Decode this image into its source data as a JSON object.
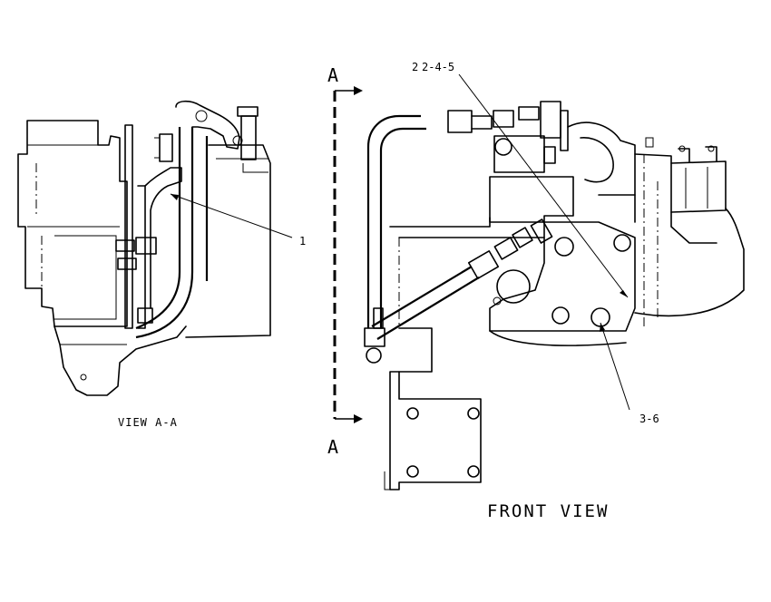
{
  "views": {
    "side_view_caption": "VIEW A-A",
    "front_view_caption": "FRONT VIEW"
  },
  "section_marks": {
    "top_label": "A",
    "bottom_label": "A"
  },
  "callouts": {
    "item_1": "1",
    "item_2_4_5_prefix": "2",
    "item_2_4_5": "2-4-5",
    "item_3_6": "3-6"
  }
}
